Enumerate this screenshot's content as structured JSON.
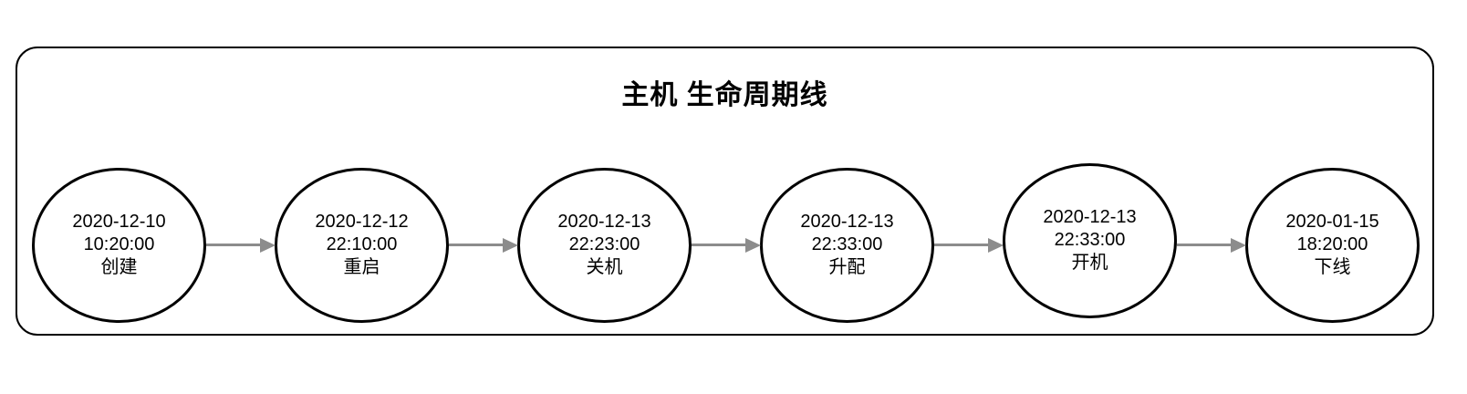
{
  "title": "主机 生命周期线",
  "nodes": [
    {
      "date": "2020-12-10",
      "time": "10:20:00",
      "label": "创建"
    },
    {
      "date": "2020-12-12",
      "time": "22:10:00",
      "label": "重启"
    },
    {
      "date": "2020-12-13",
      "time": "22:23:00",
      "label": "关机"
    },
    {
      "date": "2020-12-13",
      "time": "22:33:00",
      "label": "升配"
    },
    {
      "date": "2020-12-13",
      "time": "22:33:00",
      "label": "开机"
    },
    {
      "date": "2020-01-15",
      "time": "18:20:00",
      "label": "下线"
    }
  ],
  "colors": {
    "node_border": "#000000",
    "frame_border": "#000000",
    "arrow": "#8c8c8c",
    "text": "#000000",
    "background": "#ffffff"
  }
}
